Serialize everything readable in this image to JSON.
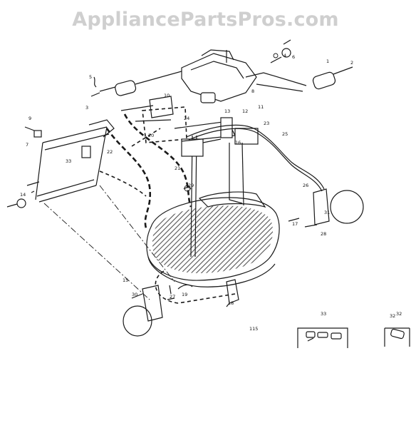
{
  "watermark": "AppliancePartsPros.com",
  "diagram_code": "115",
  "part_callouts": [
    "1",
    "2",
    "3",
    "4",
    "5",
    "6",
    "7",
    "8",
    "9",
    "10",
    "11",
    "12",
    "13",
    "14",
    "15",
    "16",
    "17",
    "18",
    "19",
    "20",
    "21",
    "22",
    "23",
    "24",
    "25",
    "26",
    "27",
    "28",
    "29",
    "30",
    "31",
    "32",
    "33"
  ],
  "inset_labels": [
    "33",
    "32"
  ]
}
